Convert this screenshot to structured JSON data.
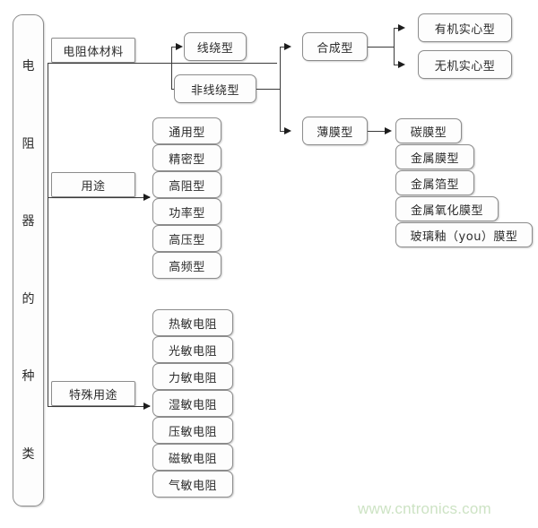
{
  "diagram": {
    "title": "电阻器的种类",
    "spine": {
      "label": "电阻器的种类",
      "chars": [
        "电",
        "阻",
        "器",
        "的",
        "种",
        "类"
      ]
    },
    "level1": [
      {
        "id": "material",
        "label": "电阻体材料"
      },
      {
        "id": "usage",
        "label": "用途"
      },
      {
        "id": "special",
        "label": "特殊用途"
      }
    ],
    "material_children": [
      {
        "id": "wirewound",
        "label": "线绕型"
      },
      {
        "id": "non-wirewound",
        "label": "非线绕型"
      }
    ],
    "non_wirewound_children": [
      {
        "id": "composite",
        "label": "合成型"
      },
      {
        "id": "film",
        "label": "薄膜型"
      }
    ],
    "composite_children": [
      {
        "id": "organic-solid",
        "label": "有机实心型"
      },
      {
        "id": "inorganic-solid",
        "label": "无机实心型"
      }
    ],
    "film_children": [
      {
        "id": "carbon-film",
        "label": "碳膜型"
      },
      {
        "id": "metal-film",
        "label": "金属膜型"
      },
      {
        "id": "metal-foil",
        "label": "金属箔型"
      },
      {
        "id": "metal-oxide-film",
        "label": "金属氧化膜型"
      },
      {
        "id": "glass-glaze-film",
        "label": "玻璃釉（you）膜型"
      }
    ],
    "usage_children": [
      {
        "id": "general",
        "label": "通用型"
      },
      {
        "id": "precision",
        "label": "精密型"
      },
      {
        "id": "high-resistance",
        "label": "高阻型"
      },
      {
        "id": "power",
        "label": "功率型"
      },
      {
        "id": "high-voltage",
        "label": "高压型"
      },
      {
        "id": "high-frequency",
        "label": "高频型"
      }
    ],
    "special_children": [
      {
        "id": "thermistor",
        "label": "热敏电阻"
      },
      {
        "id": "photoresistor",
        "label": "光敏电阻"
      },
      {
        "id": "force-sensitive",
        "label": "力敏电阻"
      },
      {
        "id": "humidity-sensitive",
        "label": "湿敏电阻"
      },
      {
        "id": "voltage-sensitive",
        "label": "压敏电阻"
      },
      {
        "id": "magneto-sensitive",
        "label": "磁敏电阻"
      },
      {
        "id": "gas-sensitive",
        "label": "气敏电阻"
      }
    ],
    "watermark": "www.cntronics.com",
    "colors": {
      "node_border": "#8c8c8c",
      "node_fill": "#fdfdfd",
      "connector": "#3a3a3a",
      "text": "#2b2b2b",
      "watermark": "#cde3c4"
    }
  }
}
